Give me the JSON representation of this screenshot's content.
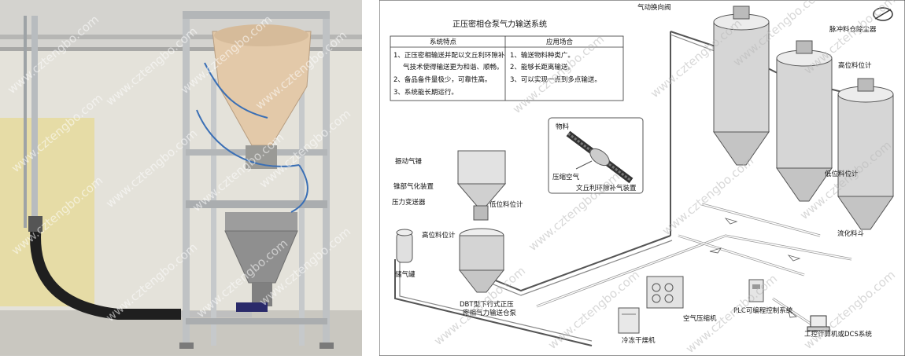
{
  "watermark": "www.cztengbo.com",
  "diagram": {
    "title": "正压密相仓泵气力输送系统",
    "table": {
      "headers": [
        "系统特点",
        "应用场合"
      ],
      "features": [
        "1、正压密相输送并配以文丘利环隙补",
        "气技术使得输送更为和谐、顺畅。",
        "2、备品备件量极少，可靠性高。",
        "3、系统能长期运行。"
      ],
      "applications": [
        "1、输送物料种类广。",
        "2、能够长距离输送。",
        "3、可以实现一点到多点输送。"
      ]
    },
    "labels": {
      "pneumatic_valve": "气动换向阀",
      "pulse_filter": "脉冲料仓除尘器",
      "high_level_right": "高位料位计",
      "low_level_right": "低位料位计",
      "fluidizing_cone": "流化料斗",
      "vibrator": "振动气锤",
      "cone_aeration": "锥部气化装置",
      "pressure_transmitter": "压力变送器",
      "high_level_left": "高位料位计",
      "low_level_left": "低位料位计",
      "air_tank": "储气罐",
      "pump": "DBT型下行式正压\n密相气力输送仓泵",
      "material": "物料",
      "compressed_air": "压缩空气",
      "venturi": "文丘利环隙补气装置",
      "air_compressor": "空气压缩机",
      "dryer": "冷冻干燥机",
      "plc": "PLC可编程控制系统",
      "dcs": "工控计算机或DCS系统"
    }
  }
}
